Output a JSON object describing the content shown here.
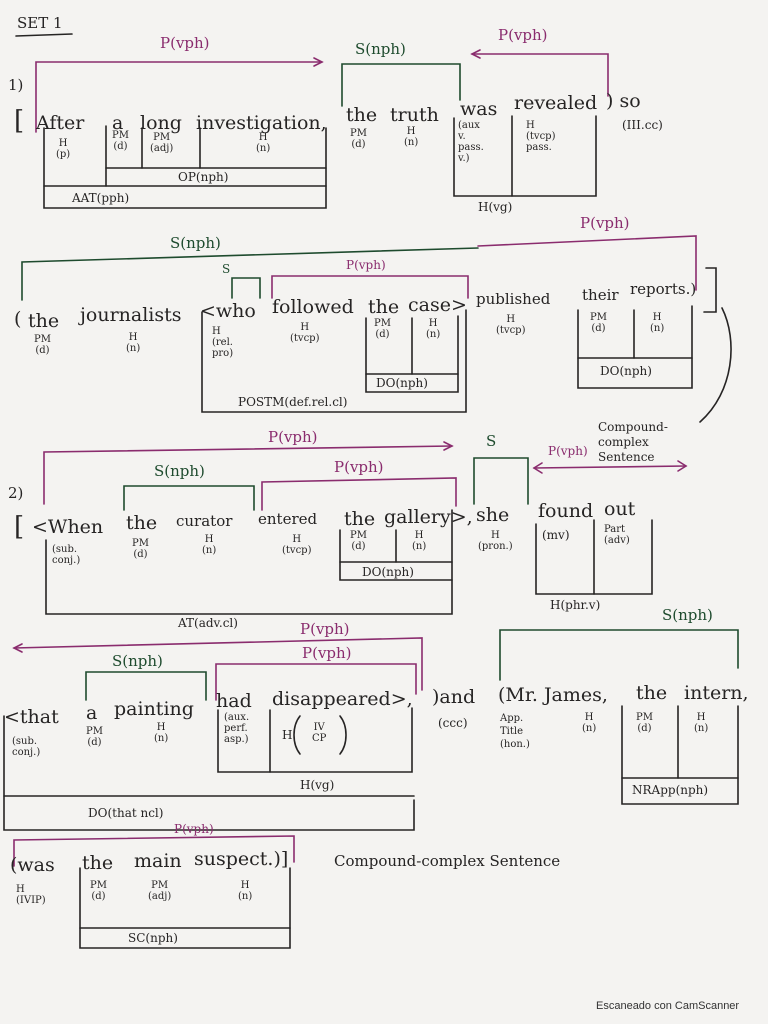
{
  "title": "SET 1",
  "footer": "Escaneado con CamScanner",
  "colors": {
    "ink": "#262424",
    "purple": "#8a2c6e",
    "green": "#1e4b2e",
    "paper": "#f4f3f1"
  },
  "s1": {
    "num": "1)",
    "open": "[",
    "w_after": "After",
    "w_a": "a",
    "w_long": "long",
    "w_investigation": "investigation,",
    "w_the": "the",
    "w_truth": "truth",
    "w_was": "was",
    "w_revealed": "revealed",
    "w_so": ") so",
    "p_top": "P(vph)",
    "s_top": "S(nph)",
    "p_right": "P(vph)",
    "h_p": "H\n(p)",
    "pm_d": "PM\n(d)",
    "pm_adj": "PM\n(adj)",
    "h_n": "H\n(n)",
    "op": "OP(nph)",
    "aat": "AAT(pph)",
    "pm_d2": "PM\n(d)",
    "h_n2": "H\n(n)",
    "aux": "(aux\nv.\npass.\nv.)",
    "h_tvcp": "H\n(tvcp)\npass.",
    "hvg": "H(vg)",
    "clause": "(III.cc)"
  },
  "s2": {
    "s_top": "S(nph)",
    "p_top": "P(vph)",
    "open": "(",
    "w_the": "the",
    "w_journalists": "journalists",
    "w_who": "<who",
    "w_followed": "followed",
    "w_the2": "the",
    "w_case": "case>",
    "w_published": "published",
    "w_their": "their",
    "w_reports": "reports.)",
    "s_small": "S",
    "p_inner": "P(vph)",
    "pm_d": "PM\n(d)",
    "h_n": "H\n(n)",
    "h_relpro": "H\n(rel.\npro)",
    "h_tvcp": "H\n(tvcp)",
    "pm_d2": "PM\n(d)",
    "h_n2": "H\n(n)",
    "do1": "DO(nph)",
    "postm": "POSTM(def.rel.cl)",
    "h_tvcp2": "H\n(tvcp)",
    "pm_d3": "PM\n(d)",
    "h_n3": "H\n(n)",
    "do2": "DO(nph)",
    "compound": "Compound-\ncomplex\nSentence"
  },
  "s3": {
    "num": "2)",
    "p_top": "P(vph)",
    "s_nph": "S(nph)",
    "p_vph": "P(vph)",
    "s_small": "S",
    "p_right": "P(vph)",
    "open": "[",
    "w_when": "<When",
    "w_the": "the",
    "w_curator": "curator",
    "w_entered": "entered",
    "w_the2": "the",
    "w_gallery": "gallery>,",
    "w_she": "she",
    "w_found": "found",
    "w_out": "out",
    "sub": "(sub.\nconj.)",
    "pm_d": "PM\n(d)",
    "h_n": "H\n(n)",
    "h_tvcp": "H\n(tvcp)",
    "pm_d2": "PM\n(d)",
    "h_n2": "H\n(n)",
    "do": "DO(nph)",
    "h_pron": "H\n(pron.)",
    "mv": "(mv)",
    "part": "Part\n(adv)",
    "hphr": "H(phr.v)",
    "at": "AT(adv.cl)"
  },
  "s4": {
    "p_top": "P(vph)",
    "s_nph": "S(nph)",
    "p_vph": "P(vph)",
    "s_right": "S(nph)",
    "w_that": "<that",
    "w_a": "a",
    "w_painting": "painting",
    "w_had": "had",
    "w_disappeared": "disappeared>,",
    "w_and": ")and",
    "w_mr": "(Mr. James,",
    "w_the": "the",
    "w_intern": "intern,",
    "sub": "(sub.\nconj.)",
    "pm_d": "PM\n(d)",
    "h_n": "H\n(n)",
    "aux": "(aux.\nperf.\nasp.)",
    "h": "H",
    "ivcp": "IV\nCP",
    "hvg": "H(vg)",
    "do": "DO(that ncl)",
    "ccc": "(ccc)",
    "app": "App.\nTitle\n(hon.)",
    "h_n2": "H\n(n)",
    "pm_d2": "PM\n(d)",
    "h_n3": "H\n(n)",
    "nrapp": "NRApp(nph)"
  },
  "s5": {
    "p_top": "P(vph)",
    "w_was": "(was",
    "w_the": "the",
    "w_main": "main",
    "w_suspect": "suspect.)]",
    "compound": "Compound-complex Sentence",
    "h_ivip": "H\n(IVIP)",
    "pm_d": "PM\n(d)",
    "pm_adj": "PM\n(adj)",
    "h_n": "H\n(n)",
    "sc": "SC(nph)"
  }
}
